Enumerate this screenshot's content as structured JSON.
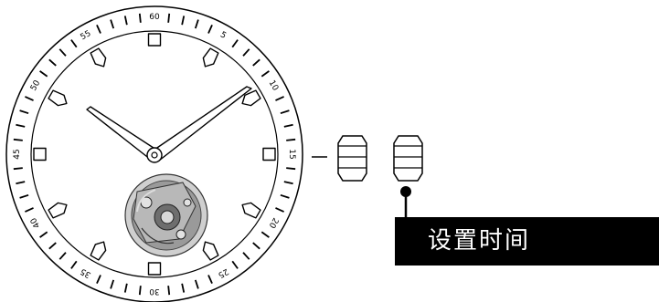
{
  "dial": {
    "minute_numerals": [
      "60",
      "5",
      "10",
      "15",
      "20",
      "25",
      "30",
      "35",
      "40",
      "45",
      "50",
      "55"
    ]
  },
  "callout": {
    "label": "设置时间"
  }
}
